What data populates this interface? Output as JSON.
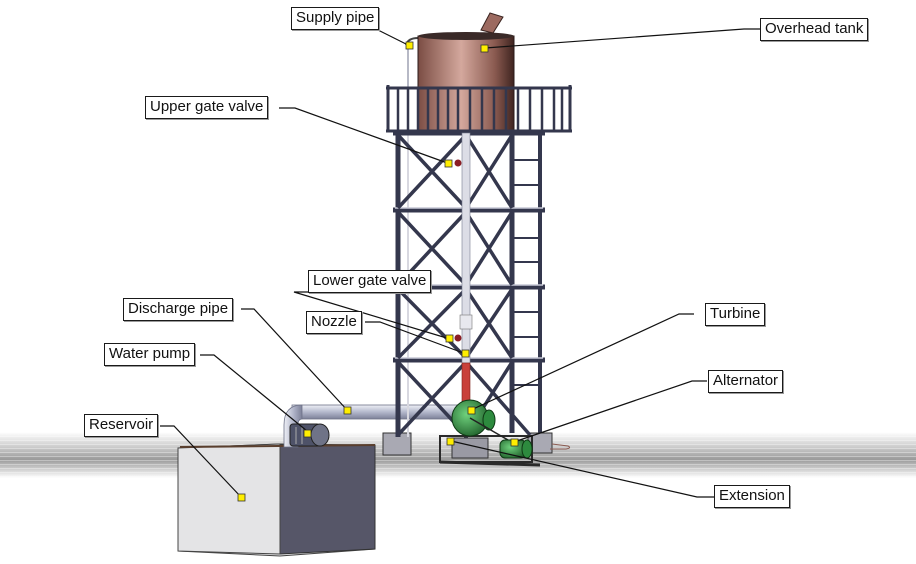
{
  "figure": {
    "title": "Micro hydro pumped storage test rig – 3D model",
    "marker_color": "#ffee00",
    "tank_color": "#b98478",
    "steel_color": "#3a3d55",
    "turbine_color": "#2d8a3e",
    "nozzle_color": "#c9403a"
  },
  "labels": [
    {
      "id": "supply-pipe",
      "text": "Supply pipe"
    },
    {
      "id": "overhead-tank",
      "text": "Overhead tank"
    },
    {
      "id": "upper-gate-valve",
      "text": "Upper gate valve"
    },
    {
      "id": "lower-gate-valve",
      "text": "Lower gate valve"
    },
    {
      "id": "nozzle",
      "text": "Nozzle"
    },
    {
      "id": "discharge-pipe",
      "text": "Discharge pipe"
    },
    {
      "id": "water-pump",
      "text": "Water pump"
    },
    {
      "id": "reservoir",
      "text": "Reservoir"
    },
    {
      "id": "turbine",
      "text": "Turbine"
    },
    {
      "id": "alternator",
      "text": "Alternator"
    },
    {
      "id": "extension",
      "text": "Extension"
    }
  ]
}
